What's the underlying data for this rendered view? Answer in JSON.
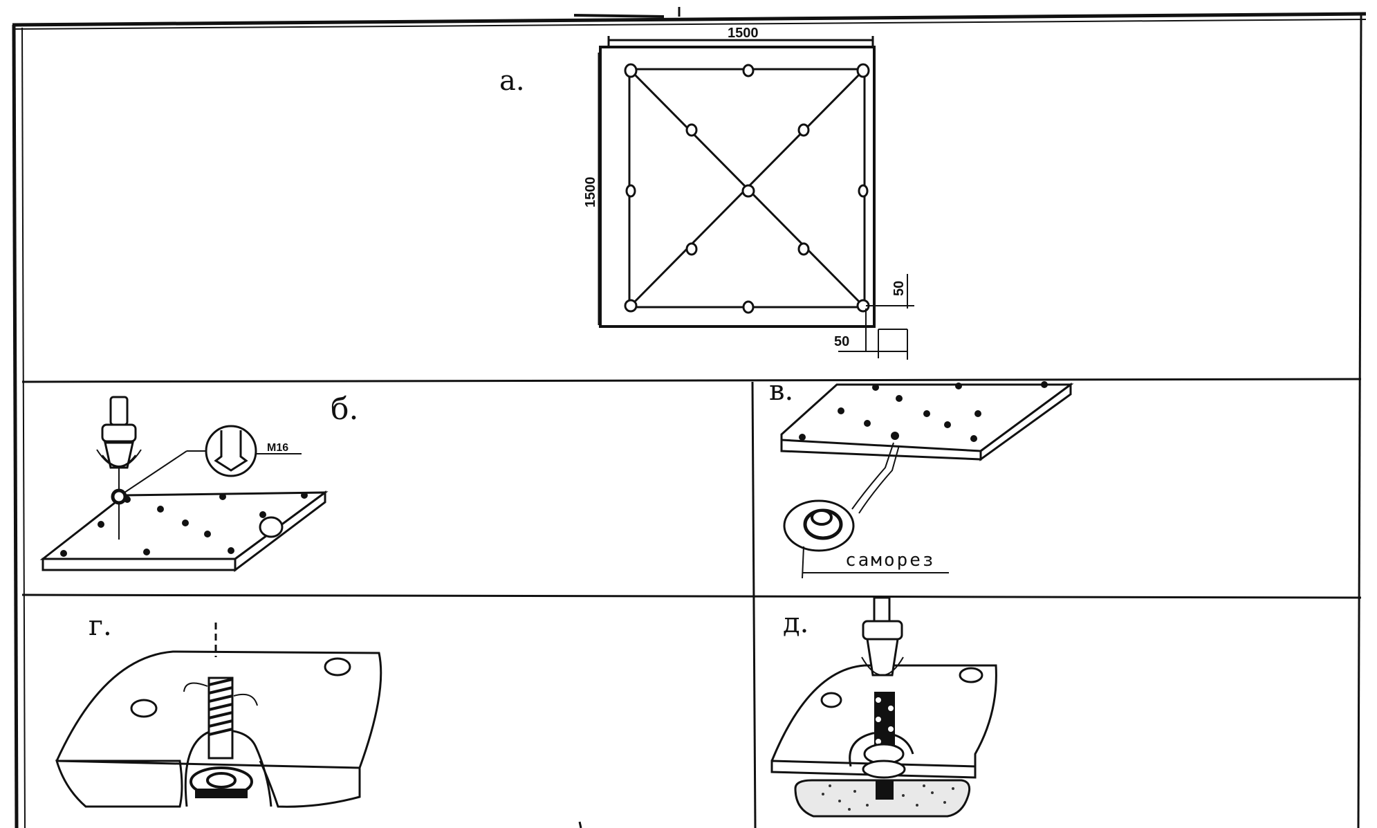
{
  "panels": {
    "a": {
      "label": "а."
    },
    "b": {
      "label": "б."
    },
    "v": {
      "label": "в."
    },
    "g": {
      "label": "г."
    },
    "d": {
      "label": "д."
    }
  },
  "dimensions": {
    "width": "1500",
    "height": "1500",
    "offset_vertical": "50",
    "offset_horizontal": "50"
  },
  "labels": {
    "thread_note": "М16",
    "self_tapping_screw": "саморез"
  }
}
